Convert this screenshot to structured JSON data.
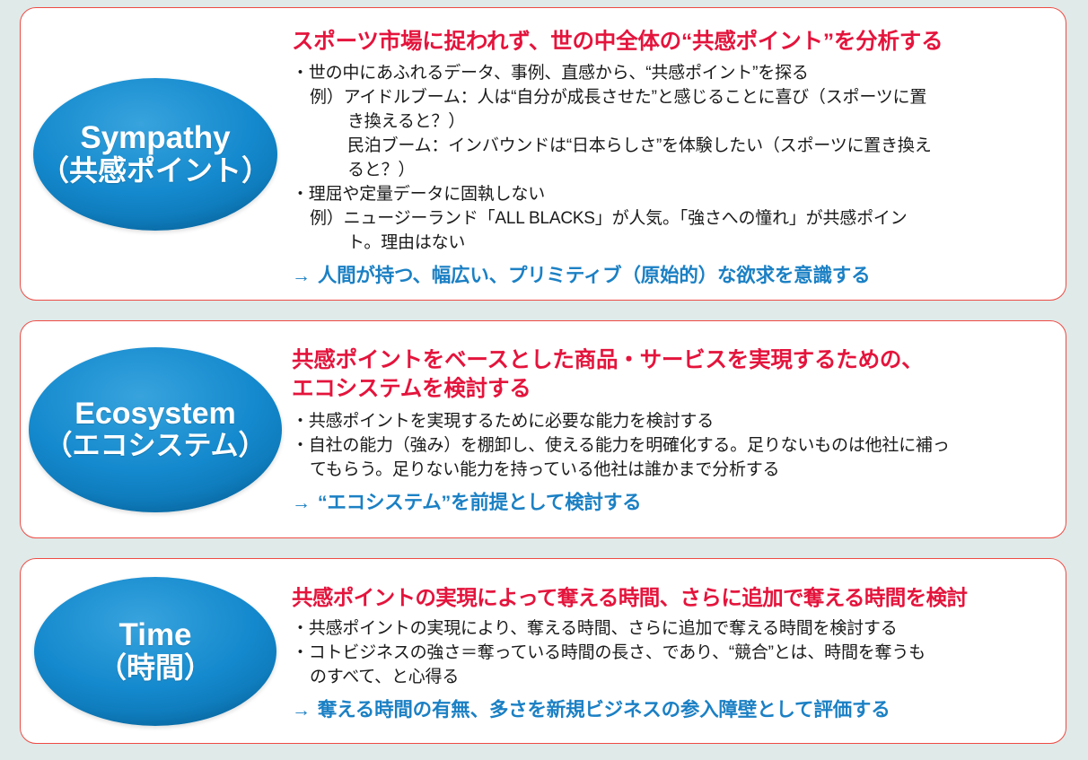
{
  "page": {
    "background_color": "#dfeae9",
    "card_background": "#ffffff",
    "card_border_color": "#ef4b44",
    "heading_color": "#e4143c",
    "conclusion_color": "#1b80c4",
    "ellipse_color": "#1489cd",
    "arrow_glyph": "→"
  },
  "cards": [
    {
      "badge": {
        "english": "Sympathy",
        "japanese": "（共感ポイント）"
      },
      "heading": "スポーツ市場に捉われず、世の中全体の“共感ポイント”を分析する",
      "lines": [
        {
          "indent": 0,
          "text": "・世の中にあふれるデータ、事例、直感から、“共感ポイント”を探る"
        },
        {
          "indent": 1,
          "text": "例）アイドルブーム：人は“自分が成長させた”と感じることに喜び（スポーツに置"
        },
        {
          "indent": 2,
          "text": "き換えると？）"
        },
        {
          "indent": 2,
          "text": "民泊ブーム：インバウンドは“日本らしさ”を体験したい（スポーツに置き換え"
        },
        {
          "indent": 2,
          "text": "ると？）"
        },
        {
          "indent": 0,
          "text": "・理屈や定量データに固執しない"
        },
        {
          "indent": 1,
          "text": "例）ニュージーランド「ALL BLACKS」が人気。「強さへの憧れ」が共感ポイン"
        },
        {
          "indent": 2,
          "text": "ト。理由はない"
        }
      ],
      "conclusion": "人間が持つ、幅広い、プリミティブ（原始的）な欲求を意識する"
    },
    {
      "badge": {
        "english": "Ecosystem",
        "japanese": "（エコシステム）"
      },
      "heading": "共感ポイントをベースとした商品・サービスを実現するための、\nエコシステムを検討する",
      "lines": [
        {
          "indent": 0,
          "text": "・共感ポイントを実現するために必要な能力を検討する"
        },
        {
          "indent": 0,
          "text": "・自社の能力（強み）を棚卸し、使える能力を明確化する。足りないものは他社に補っ"
        },
        {
          "indent": 1,
          "text": "てもらう。足りない能力を持っている他社は誰かまで分析する"
        }
      ],
      "conclusion": "“エコシステム”を前提として検討する"
    },
    {
      "badge": {
        "english": "Time",
        "japanese": "（時間）"
      },
      "heading": "共感ポイントの実現によって奪える時間、さらに追加で奪える時間を検討",
      "lines": [
        {
          "indent": 0,
          "text": "・共感ポイントの実現により、奪える時間、さらに追加で奪える時間を検討する"
        },
        {
          "indent": 0,
          "text": "・コトビジネスの強さ＝奪っている時間の長さ、であり、“競合”とは、時間を奪うも"
        },
        {
          "indent": 1,
          "text": "のすべて、と心得る"
        }
      ],
      "conclusion": "奪える時間の有無、多さを新規ビジネスの参入障壁として評価する"
    }
  ]
}
